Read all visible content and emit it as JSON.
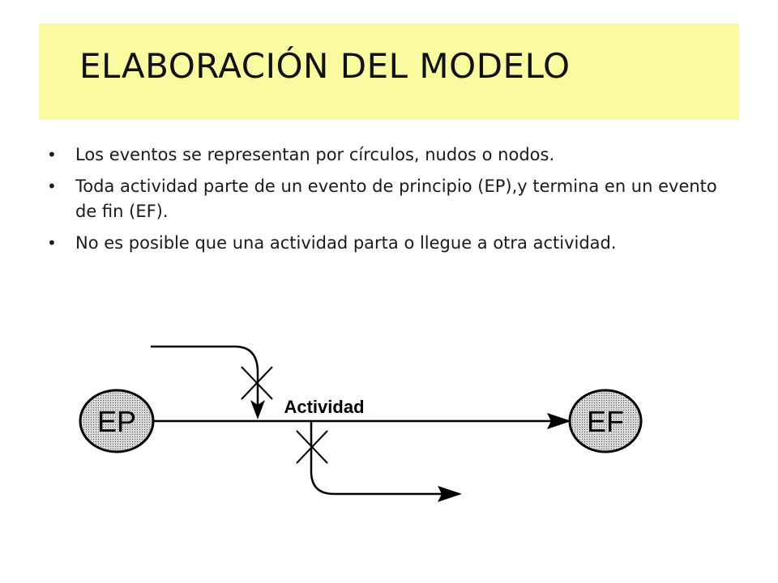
{
  "slide": {
    "title": "ELABORACIÓN DEL MODELO"
  },
  "bullets": [
    {
      "text": "Los eventos se representan por círculos, nudos o nodos."
    },
    {
      "text": "Toda actividad parte de un evento de principio (EP),y termina en un evento de fin (EF)."
    },
    {
      "text": "No es posible que una actividad parta o llegue a otra actividad."
    }
  ],
  "diagram": {
    "start_node_label": "EP",
    "end_node_label": "EF",
    "activity_label": "Actividad",
    "node_fill_color": "#d9d9d9",
    "line_color": "#000000"
  }
}
